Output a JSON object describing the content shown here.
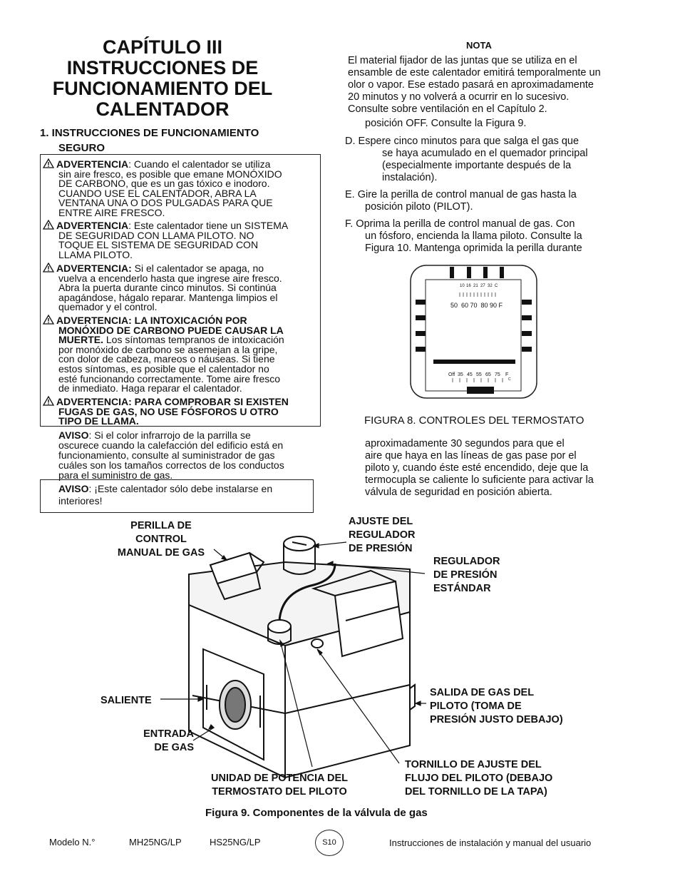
{
  "title": [
    "CAPÍTULO III",
    "INSTRUCCIONES DE",
    "FUNCIONAMIENTO DEL",
    "CALENTADOR"
  ],
  "section": {
    "line1": "1. INSTRUCCIONES DE FUNCIONAMIENTO",
    "line2": "SEGURO"
  },
  "warnings": [
    {
      "bold": "ADVERTENCIA",
      "first": ": Cuando el calentador se utiliza",
      "rest": [
        "sin aire fresco, es posible que emane MONÓXIDO",
        "DE CARBONO, que es un gas tóxico e inodoro.",
        "CUANDO USE EL CALENTADOR, ABRA LA",
        "VENTANA UNA O DOS PULGADAS PARA QUE",
        "ENTRE AIRE FRESCO."
      ]
    },
    {
      "bold": "ADVERTENCIA",
      "first": ": Este calentador tiene un SISTEMA",
      "rest": [
        "DE SEGURIDAD CON LLAMA PILOTO. NO",
        "TOQUE EL SISTEMA DE SEGURIDAD CON",
        "LLAMA PILOTO."
      ]
    },
    {
      "bold": "ADVERTENCIA:",
      "first": " Si el calentador se apaga, no",
      "rest": [
        "vuelva a encenderlo hasta que ingrese aire fresco.",
        "Abra la puerta durante cinco minutos. Si continúa",
        "apagándose, hágalo reparar. Mantenga limpios el",
        "quemador y el control."
      ]
    },
    {
      "bold": "ADVERTENCIA: LA INTOXICACIÓN POR",
      "first": "",
      "rest_bold": [
        "MONÓXIDO DE CARBONO PUEDE CAUSAR LA"
      ],
      "mixed_bold": "MUERTE.",
      "mixed_text": " Los síntomas tempranos de intoxicación",
      "rest": [
        "por monóxido de carbono se asemejan a la gripe,",
        "con dolor de cabeza, mareos o náuseas. Si tiene",
        "estos síntomas, es posible que el calentador no",
        "esté funcionando correctamente. Tome aire fresco",
        "de inmediato. Haga reparar el calentador."
      ]
    },
    {
      "bold": "ADVERTENCIA: PARA COMPROBAR SI EXISTEN",
      "first": "",
      "rest_bold": [
        "FUGAS DE GAS, NO USE FÓSFOROS U OTRO",
        "TIPO DE LLAMA."
      ]
    }
  ],
  "aviso1": {
    "bold": "AVISO",
    "lines": [
      ": Si el color infrarrojo de la parrilla se",
      "oscurece cuando la calefacción del edificio está en",
      "funcionamiento, consulte al suministrador de gas",
      "cuáles son los tamaños correctos de los conductos",
      "para el suministro de gas."
    ]
  },
  "aviso2": {
    "bold": "AVISO",
    "lines": [
      ": ¡Este calentador sólo debe instalarse en",
      "interiores!"
    ]
  },
  "nota": {
    "heading": "NOTA",
    "lines": [
      "El material fijador de las juntas que se utiliza en el",
      "ensamble de este calentador emitirá temporalmente un",
      "olor o vapor. Ese estado pasará en aproximadamente",
      "20 minutos y no volverá a ocurrir en lo sucesivo.",
      "Consulte sobre ventilación en el Capítulo 2."
    ]
  },
  "steps": [
    {
      "text": [
        "posición OFF. Consulte la Figura 9."
      ],
      "cont": true
    },
    {
      "text": [
        "D. Espere cinco minutos para que salga el gas que",
        "se haya acumulado en el quemador principal",
        "(especialmente importante después de la",
        "instalación)."
      ]
    },
    {
      "text": [
        "E. Gire la perilla de control manual de gas hasta la",
        "posición piloto (PILOT)."
      ]
    },
    {
      "text": [
        "F. Oprima la perilla de control manual de gas. Con",
        "un fósforo, encienda la llama piloto. Consulte la",
        "Figura 10. Mantenga oprimida la perilla durante"
      ]
    }
  ],
  "thermostat": {
    "c_scale": [
      "10",
      "16",
      "21",
      "27",
      "32",
      "C"
    ],
    "f_scale": "50  60 70  80 90 F",
    "lower_scale": [
      "Off",
      "35",
      "45",
      "55",
      "65",
      "75",
      "F"
    ],
    "lower_c": "C"
  },
  "fig8_caption": "FIGURA 8. CONTROLES DEL TERMOSTATO",
  "continued": [
    "aproximadamente 30 segundos para que el",
    "aire que haya en las líneas de gas pase por el",
    "piloto y, cuando éste esté encendido, deje que la",
    "termocupla se caliente lo suficiente para activar la",
    "válvula de seguridad en posición abierta."
  ],
  "valve_labels": {
    "knob": [
      "PERILLA DE",
      "CONTROL",
      "MANUAL DE GAS"
    ],
    "adjust": [
      "AJUSTE DEL",
      "REGULADOR",
      "DE PRESIÓN"
    ],
    "regulator": [
      "REGULADOR",
      "DE PRESIÓN",
      "ESTÁNDAR"
    ],
    "saliente": "SALIENTE",
    "inlet": [
      "ENTRADA",
      "DE GAS"
    ],
    "pilot_outlet": [
      "SALIDA DE GAS DEL",
      "PILOTO (TOMA DE",
      "PRESIÓN JUSTO DEBAJO)"
    ],
    "power_unit": [
      "UNIDAD DE POTENCIA DEL",
      "TERMOSTATO DEL PILOTO"
    ],
    "flow_screw": [
      "TORNILLO DE AJUSTE DEL",
      "FLUJO DEL PILOTO (DEBAJO",
      "DEL TORNILLO DE LA TAPA)"
    ]
  },
  "fig9_caption": "Figura 9. Componentes de la válvula de gas",
  "footer": {
    "model_label": "Modelo N.°",
    "model1": "MH25NG/LP",
    "model2": "HS25NG/LP",
    "page": "S10",
    "manual": "Instrucciones de instalación y manual del usuario"
  }
}
